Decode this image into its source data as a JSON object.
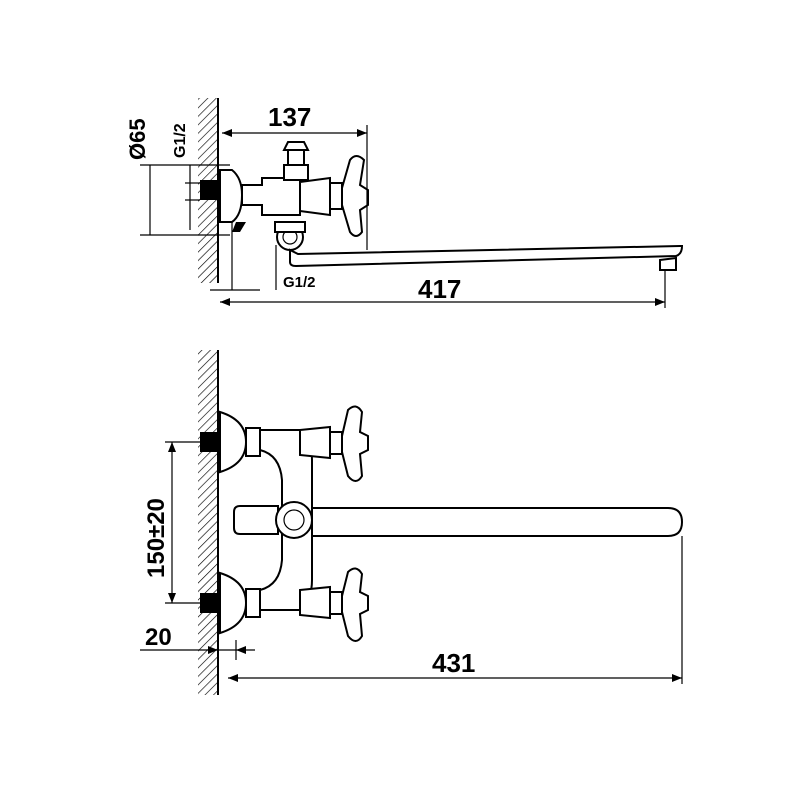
{
  "dimensions": {
    "diameter_65": "Ø65",
    "thread_top": "G1/2",
    "width_137": "137",
    "thread_spout": "G1/2",
    "length_417": "417",
    "spacing": "150±20",
    "offset_20": "20",
    "length_431": "431"
  },
  "colors": {
    "line": "#000000",
    "background": "#ffffff",
    "wall_hatch": "#000000"
  }
}
